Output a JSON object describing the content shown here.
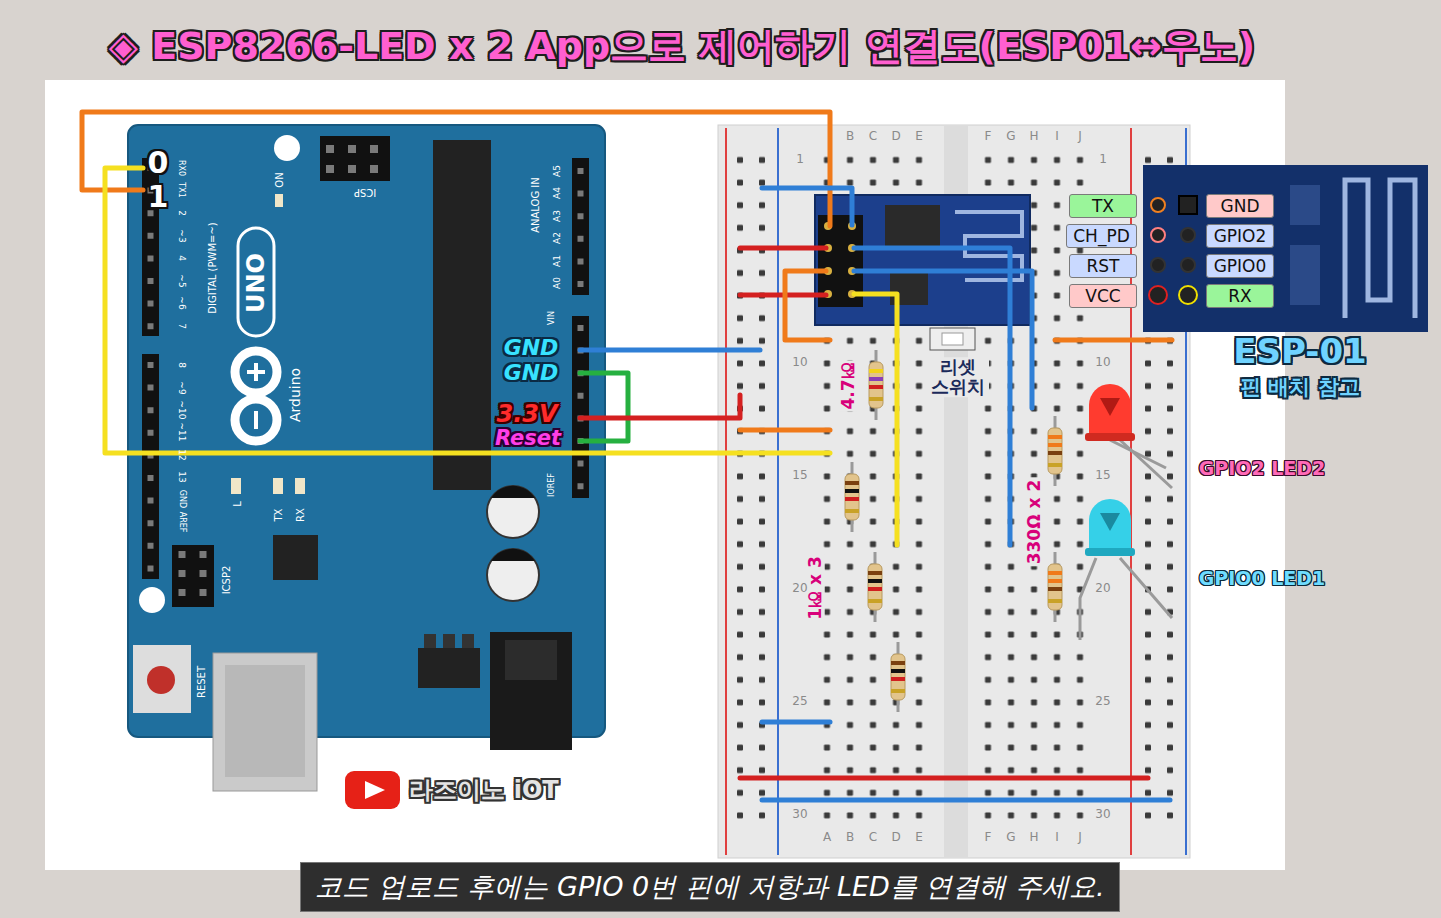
{
  "diagram": {
    "title": "◈ ESP8266-LED x 2 App으로 제어하기 연결도(ESP01↔우노)",
    "caption": "코드 업로드 후에는 GPIO 0번 핀에 저항과 LED를 연결해 주세요.",
    "nodes": [
      {
        "text": [
          "TX"
        ]
      },
      {
        "text": [
          "GND"
        ]
      },
      {
        "text": [
          "CH_PD"
        ]
      },
      {
        "text": [
          "GPIO2"
        ]
      },
      {
        "text": [
          "RST"
        ]
      },
      {
        "text": [
          "GPIO0"
        ]
      },
      {
        "text": [
          "VCC"
        ]
      },
      {
        "text": [
          "RX"
        ]
      }
    ],
    "labels": [
      "0",
      "1",
      "GND",
      "GND",
      "3.3V",
      "Reset",
      "4.7㏀",
      "리셋 스위치",
      "1㏀ x 3",
      "330Ω x 2",
      "GPIO2 LED2",
      "GPIO0 LED1",
      "ESP-01",
      "핀 배치 참고",
      "라즈이노 iOT",
      "UNO",
      "Arduino",
      "DIGITAL (PWM=~)",
      "ANALOG IN",
      "ON",
      "ICSP",
      "ICSP2",
      "RESET",
      "TX",
      "RX",
      "L",
      "AREF",
      "GND",
      "IOREF",
      "VIN",
      "RX0",
      "TX1",
      "2",
      "~3",
      "4",
      "~5",
      "~6",
      "7",
      "8",
      "~9",
      "~10",
      "~11",
      "12",
      "13",
      "A0",
      "A1",
      "A2",
      "A3",
      "A4",
      "A5",
      "B",
      "C",
      "D",
      "E",
      "F",
      "G",
      "H",
      "I",
      "J",
      "A",
      "B",
      "C",
      "D",
      "E",
      "F",
      "G",
      "H",
      "I",
      "J",
      "1",
      "10",
      "15",
      "20",
      "25",
      "30",
      "1",
      "10",
      "15",
      "20",
      "25",
      "30"
    ]
  }
}
